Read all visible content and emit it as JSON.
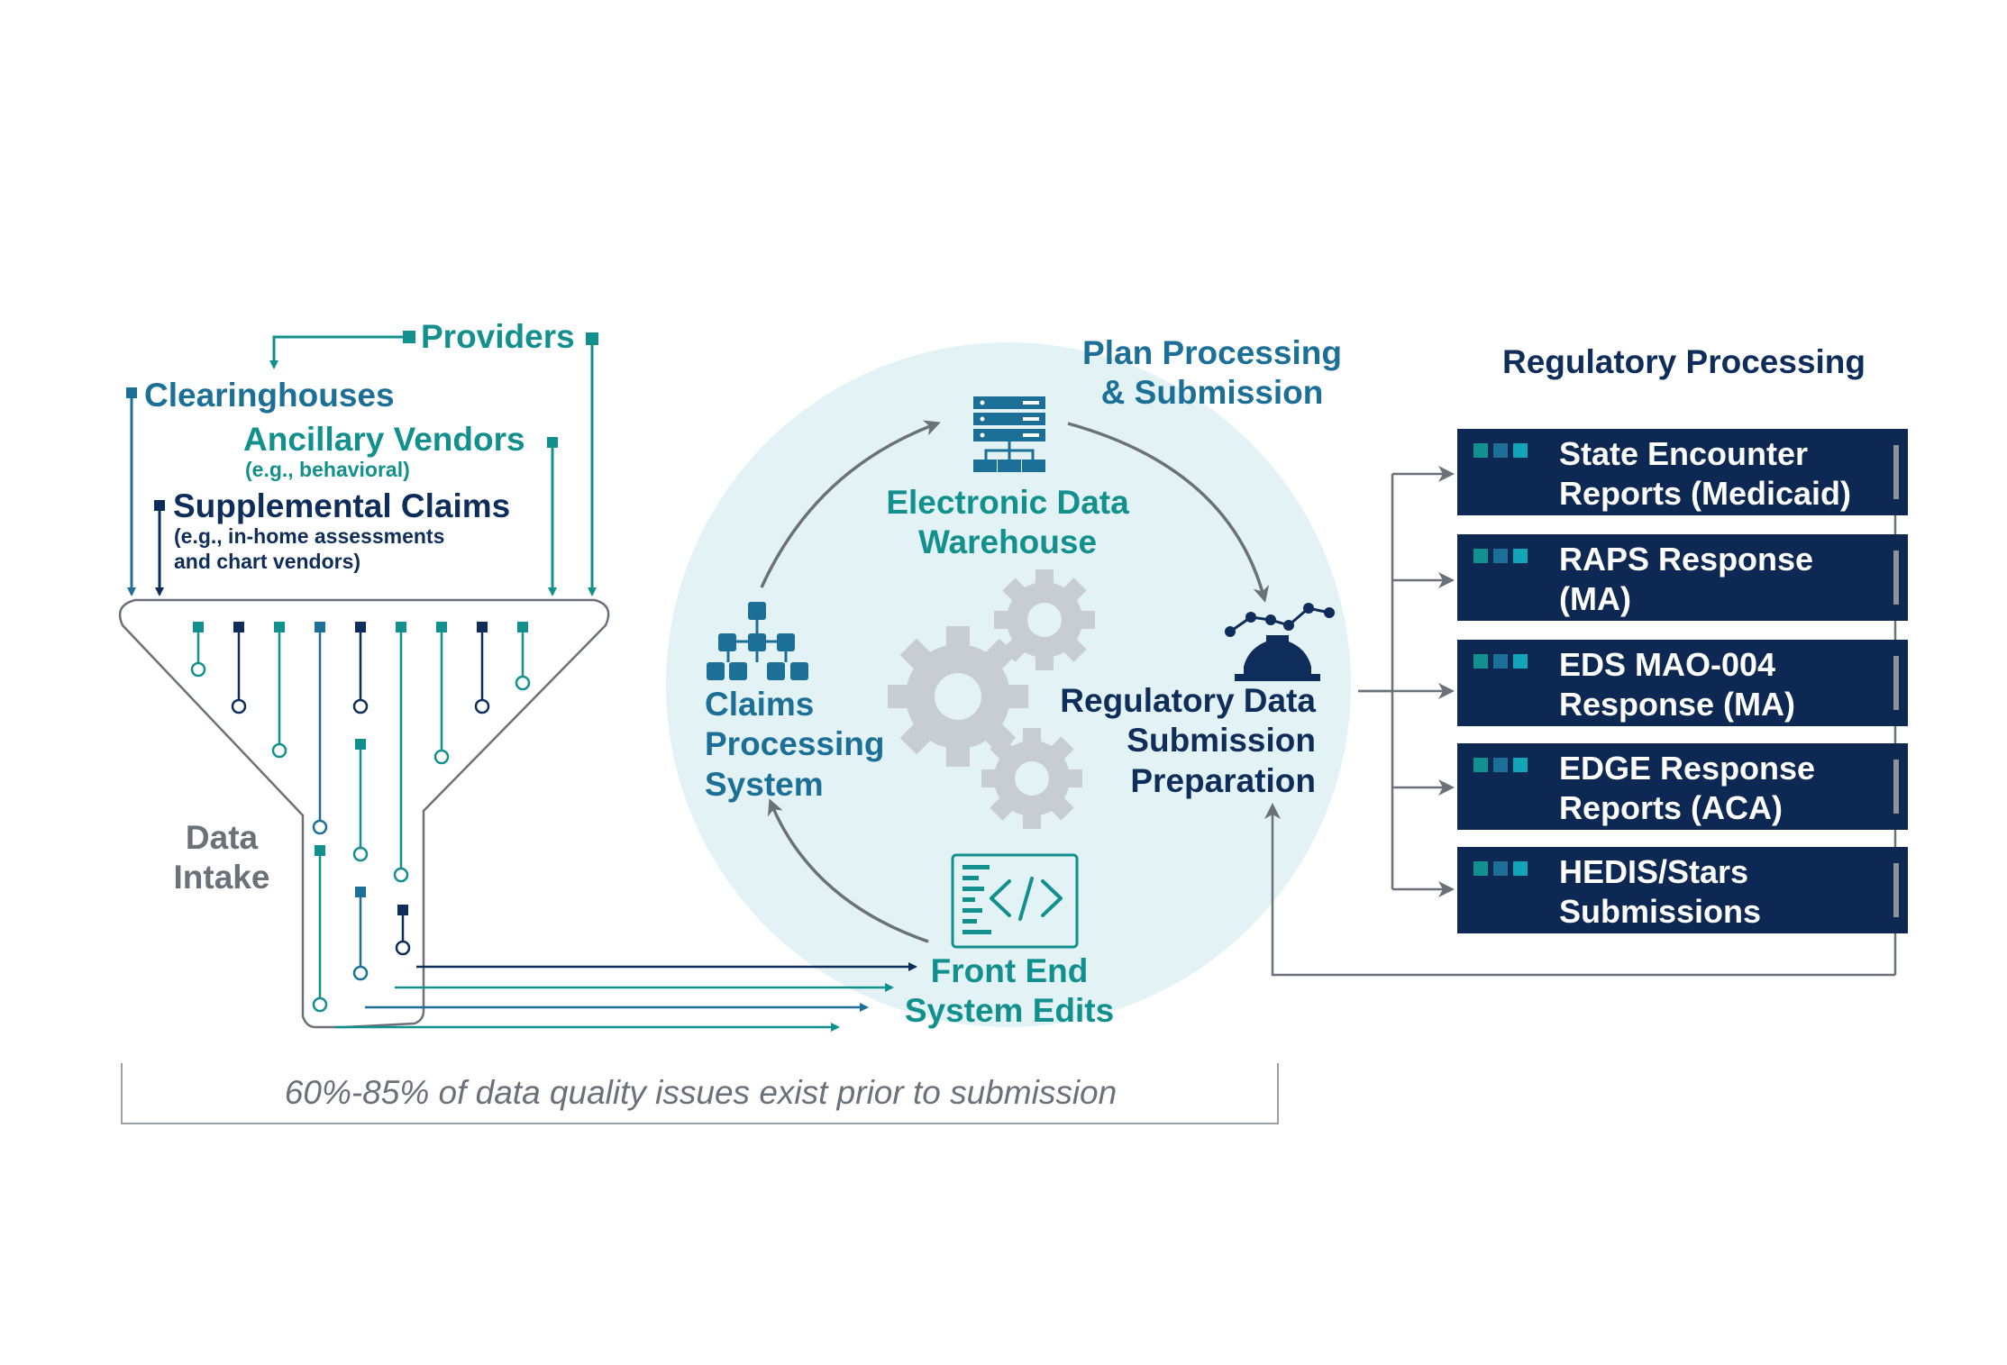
{
  "intake": {
    "providers": "Providers",
    "clearinghouses": "Clearinghouses",
    "ancillary_vendors": "Ancillary Vendors",
    "ancillary_sub": "(e.g., behavioral)",
    "supplemental_claims": "Supplemental Claims",
    "supplemental_sub_1": "(e.g., in-home assessments",
    "supplemental_sub_2": "and chart vendors)",
    "funnel_label_1": "Data",
    "funnel_label_2": "Intake"
  },
  "plan": {
    "title_1": "Plan Processing",
    "title_2": "& Submission",
    "edw_1": "Electronic Data",
    "edw_2": "Warehouse",
    "claims_1": "Claims",
    "claims_2": "Processing",
    "claims_3": "System",
    "regprep_1": "Regulatory Data",
    "regprep_2": "Submission",
    "regprep_3": "Preparation",
    "frontend_1": "Front End",
    "frontend_2": "System Edits"
  },
  "regulatory": {
    "title": "Regulatory Processing",
    "items": [
      {
        "text": "State Encounter\nReports (Medicaid)"
      },
      {
        "text": "RAPS Response\n(MA)"
      },
      {
        "text": "EDS MAO-004\nResponse (MA)"
      },
      {
        "text": "EDGE Response\nReports (ACA)"
      },
      {
        "text": "HEDIS/Stars\nSubmissions"
      }
    ]
  },
  "footnote": "60%-85% of data quality issues exist prior to submission",
  "colors": {
    "teal": "#12908d",
    "blue": "#1c6f97",
    "navy": "#0e2d5a",
    "gray": "#6b7178",
    "circle_fill": "#e3f2f5",
    "gear": "#c8cdd1"
  },
  "icons": [
    "server-stack-icon",
    "org-chart-icon",
    "gears-icon",
    "line-chart-gear-icon",
    "code-window-icon"
  ]
}
